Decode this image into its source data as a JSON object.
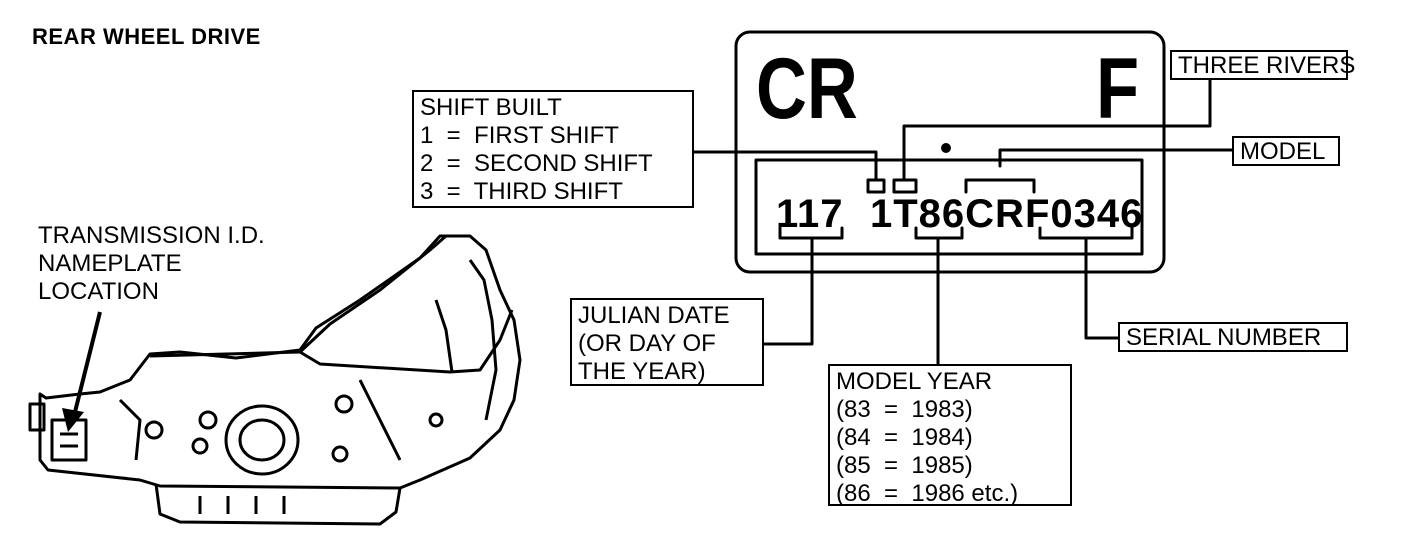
{
  "title": "REAR WHEEL DRIVE",
  "location_label": [
    "TRANSMISSION I.D.",
    "NAMEPLATE",
    "LOCATION"
  ],
  "plate": {
    "top_left": "CR",
    "top_right": "F",
    "julian": "117",
    "code": "1T86CRF0346"
  },
  "callouts": {
    "three_rivers": "THREE RIVERS",
    "model": "MODEL",
    "shift": [
      "SHIFT BUILT",
      "1  =  FIRST SHIFT",
      "2  =  SECOND SHIFT",
      "3  =  THIRD SHIFT"
    ],
    "julian_date": [
      "JULIAN DATE",
      "(OR DAY OF",
      "THE YEAR)"
    ],
    "model_year": [
      "MODEL YEAR",
      "(83  =  1983)",
      "(84  =  1984)",
      "(85  =  1985)",
      "(86  =  1986 etc.)"
    ],
    "serial": "SERIAL NUMBER"
  }
}
